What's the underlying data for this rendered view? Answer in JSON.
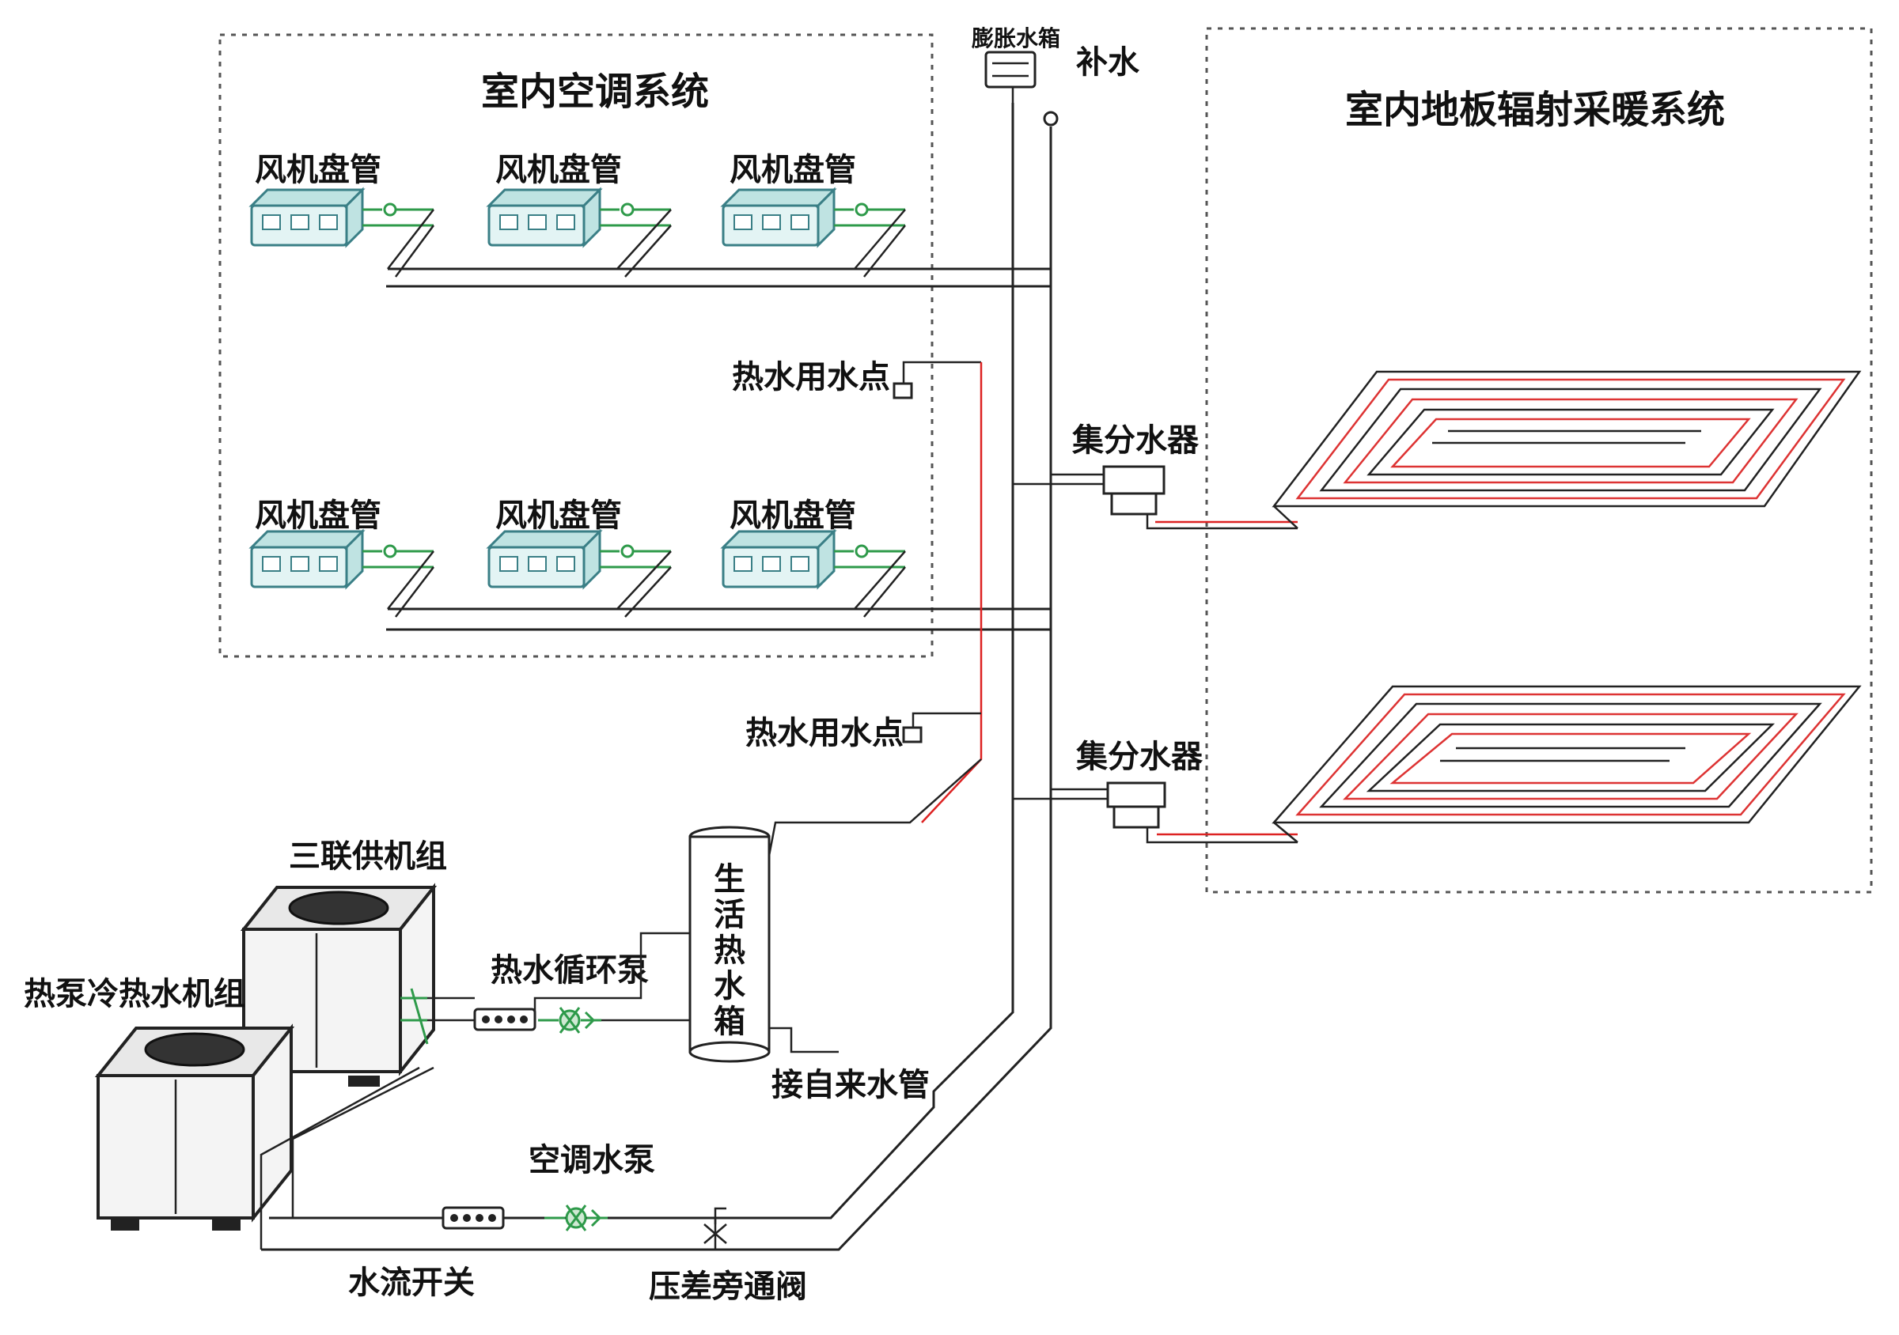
{
  "regions": {
    "ac_system_title": "室内空调系统",
    "floor_heating_title": "室内地板辐射采暖系统"
  },
  "labels": {
    "makeup_valve": "膨胀水箱",
    "makeup_water": "补水",
    "fcu": "风机盘管",
    "hot_water_point": "热水用水点",
    "manifold": "集分水器",
    "triple_unit": "三联供机组",
    "heat_pump_unit": "热泵冷热水机组",
    "hot_water_pump": "热水循环泵",
    "tank_label": "生活热水箱",
    "tap_water": "接自来水管",
    "ac_pump": "空调水泵",
    "flow_switch": "水流开关",
    "bypass_valve": "压差旁通阀"
  },
  "colors": {
    "hot_water_pipe": "#d22222",
    "fan_coil": "#3a7f86",
    "pump": "#2e9a4a",
    "pipe": "#222222"
  },
  "icons": {
    "fan_coil_unit": "fan-coil-icon",
    "pump": "pump-icon",
    "valve": "valve-icon",
    "outdoor_unit": "outdoor-unit-icon",
    "tank": "water-tank-icon",
    "manifold": "manifold-icon"
  }
}
